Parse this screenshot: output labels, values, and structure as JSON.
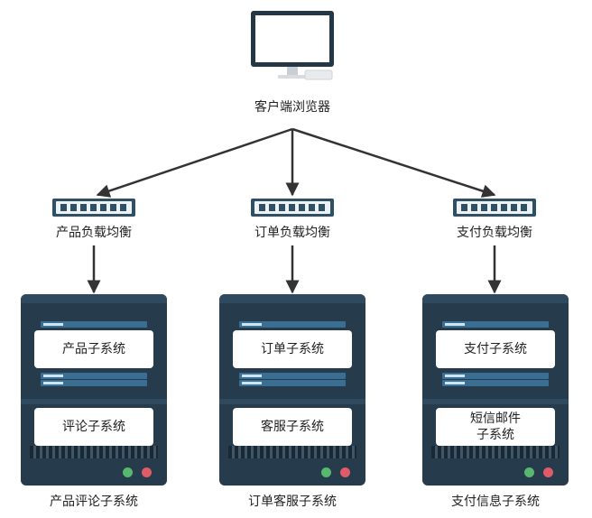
{
  "client": {
    "label": "客户端浏览器"
  },
  "load_balancers": [
    {
      "label": "产品负载均衡"
    },
    {
      "label": "订单负载均衡"
    },
    {
      "label": "支付负载均衡"
    }
  ],
  "servers": [
    {
      "top_card": "产品子系统",
      "bottom_card": [
        "评论子系统"
      ],
      "caption": "产品评论子系统"
    },
    {
      "top_card": "订单子系统",
      "bottom_card": [
        "客服子系统"
      ],
      "caption": "订单客服子系统"
    },
    {
      "top_card": "支付子系统",
      "bottom_card": [
        "短信邮件",
        "子系统"
      ],
      "caption": "支付信息子系统"
    }
  ],
  "colors": {
    "rack": "#263b4c",
    "switch": "#2f4f64",
    "arrow": "#333333",
    "led_green": "#58b86f",
    "led_red": "#e05b68"
  }
}
